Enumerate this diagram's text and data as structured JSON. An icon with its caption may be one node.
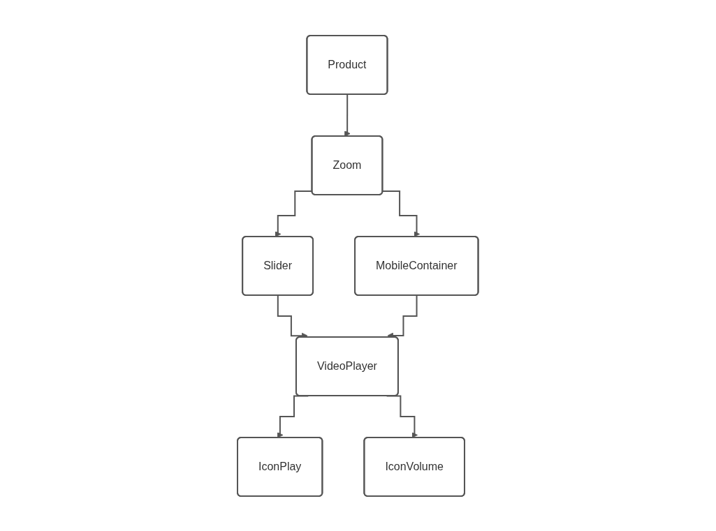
{
  "diagram": {
    "nodes": [
      {
        "text": [
          "Product"
        ]
      },
      {
        "text": [
          "Zoom"
        ]
      },
      {
        "text": [
          "MobileContainer"
        ]
      },
      {
        "text": [
          "Slider"
        ]
      },
      {
        "text": [
          "VideoPlayer"
        ]
      },
      {
        "text": [
          "IconPlay"
        ]
      },
      {
        "text": [
          "IconVolume"
        ]
      }
    ],
    "edges": [
      {
        "from": 0,
        "to": 1,
        "arrow": "to"
      },
      {
        "from": 1,
        "to": 2,
        "arrow": "to"
      },
      {
        "from": 1,
        "to": 3,
        "arrow": "to"
      },
      {
        "from": 3,
        "to": 4,
        "arrow": "to"
      },
      {
        "from": 2,
        "to": 4,
        "arrow": "to"
      },
      {
        "from": 4,
        "to": 5,
        "arrow": "to"
      },
      {
        "from": 4,
        "to": 6,
        "arrow": "to"
      }
    ]
  }
}
